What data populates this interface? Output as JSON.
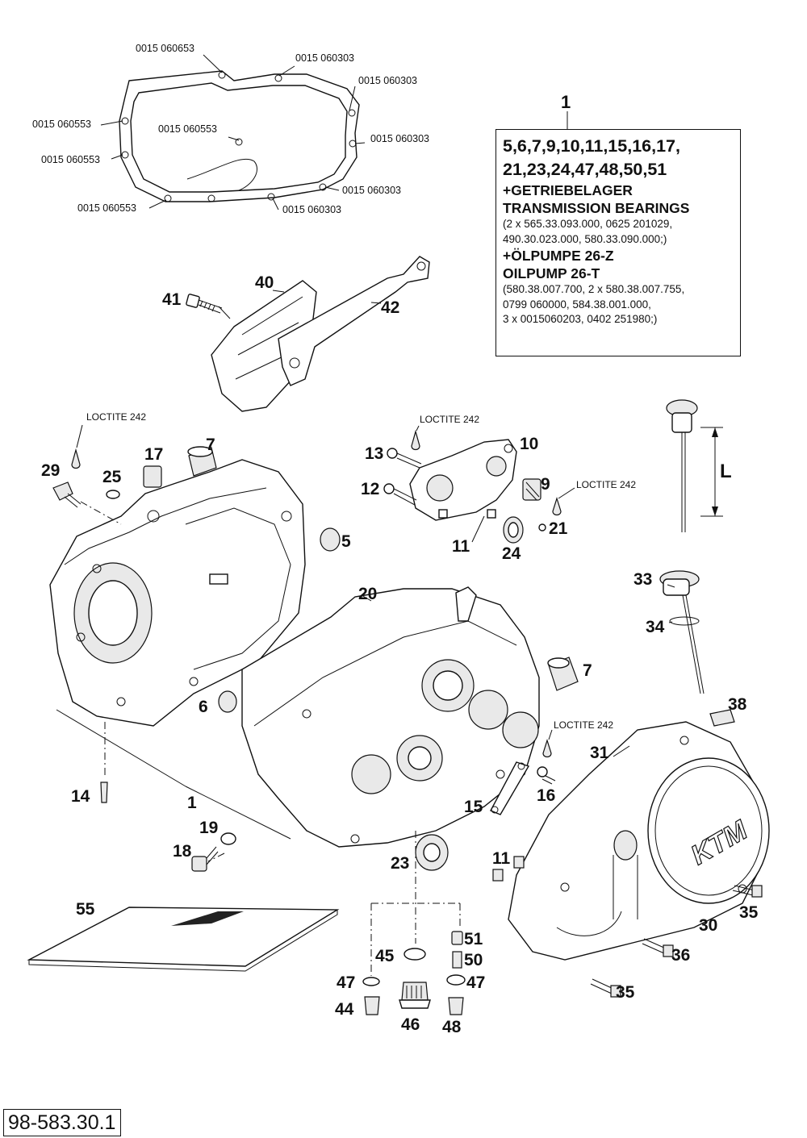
{
  "gasket_labels": [
    "0015 060653",
    "0015 060303",
    "0015 060303",
    "0015 060553",
    "0015 060553",
    "0015 060303",
    "0015 060553",
    "0015 060303",
    "0015 060553",
    "0015 060303"
  ],
  "info_box": {
    "number": "1",
    "parts_line1": "5,6,7,9,10,11,15,16,17,",
    "parts_line2": "21,23,24,47,48,50,51",
    "bearings_de": "+GETRIEBELAGER",
    "bearings_en": "TRANSMISSION BEARINGS",
    "bearings_list1": "(2 x 565.33.093.000, 0625 201029,",
    "bearings_list2": "490.30.023.000, 580.33.090.000;)",
    "oilpump_de": "+ÖLPUMPE 26-Z",
    "oilpump_en": "OILPUMP 26-T",
    "oilpump_list1": "(580.38.007.700, 2 x 580.38.007.755,",
    "oilpump_list2": "0799 060000, 584.38.001.000,",
    "oilpump_list3": "3 x 0015060203, 0402 251980;)"
  },
  "loctite_label": "LOCTITE 242",
  "dimension_label": "L",
  "part_numbers": [
    "40",
    "41",
    "42",
    "7",
    "17",
    "25",
    "29",
    "13",
    "10",
    "12",
    "9",
    "21",
    "11",
    "24",
    "5",
    "33",
    "34",
    "20",
    "7",
    "6",
    "38",
    "31",
    "15",
    "16",
    "14",
    "1",
    "19",
    "18",
    "23",
    "11",
    "30",
    "35",
    "55",
    "45",
    "51",
    "50",
    "47",
    "47",
    "44",
    "46",
    "48",
    "36",
    "35"
  ],
  "document_id": "98-583.30.1"
}
